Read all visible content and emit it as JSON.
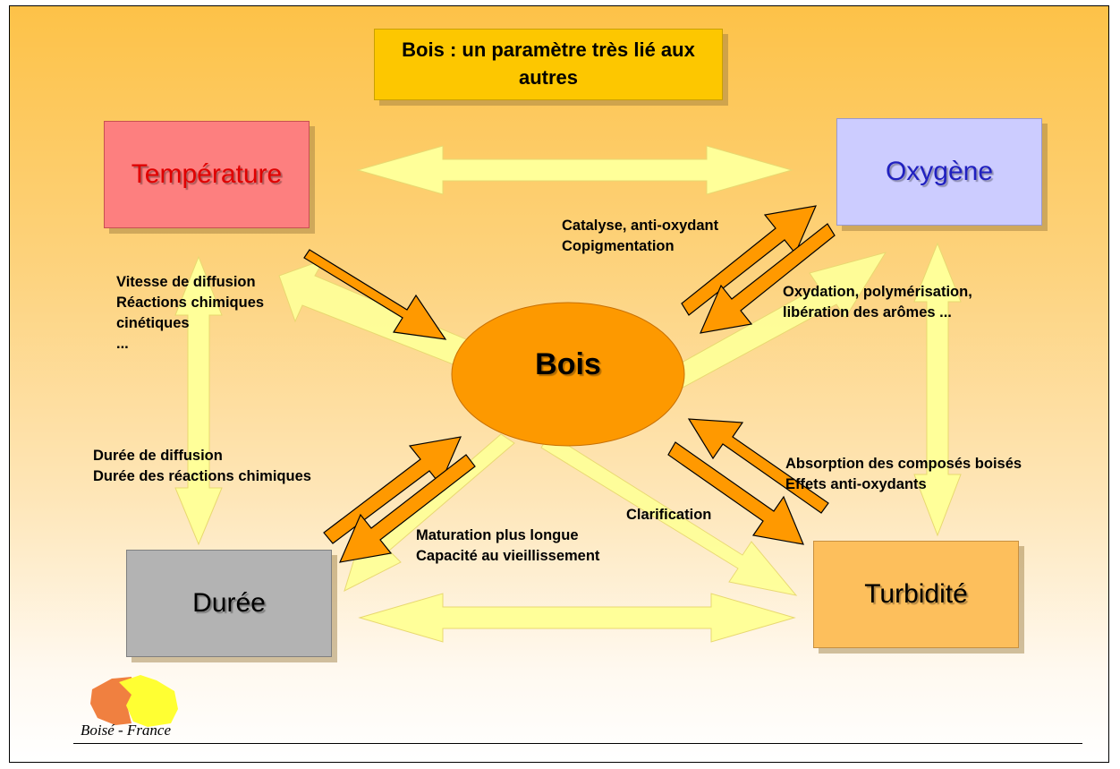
{
  "title": "Bois : un paramètre très lié aux autres",
  "nodes": {
    "temperature": "Température",
    "oxygene": "Oxygène",
    "duree": "Durée",
    "turbidite": "Turbidité",
    "bois": "Bois"
  },
  "annotations": {
    "temp_line1": "Vitesse de diffusion",
    "temp_line2": "Réactions chimiques",
    "temp_line3": "cinétiques",
    "temp_line4": "...",
    "oxy_up_line1": "Catalyse, anti-oxydant",
    "oxy_up_line2": "Copigmentation",
    "oxy_line1": "Oxydation, polymérisation,",
    "oxy_line2": "libération des arômes ...",
    "duree_line1": "Durée de diffusion",
    "duree_line2": "Durée des réactions chimiques",
    "duree_b_line1": "Maturation plus longue",
    "duree_b_line2": "Capacité au vieillissement",
    "turb_clar": "Clarification",
    "turb_line1": "Absorption des composés boisés",
    "turb_line2": "Effets anti-oxydants"
  },
  "footer": {
    "brand": "Boisé - France"
  },
  "colors": {
    "title_box": "#fdc700",
    "temperature_box": "#fd7f7f",
    "temperature_text": "#e00000",
    "oxygene_box": "#ccccff",
    "oxygene_text": "#2020c0",
    "duree_box": "#b3b3b3",
    "turbidite_box": "#fdbf5c",
    "bois_ellipse": "#fd9900",
    "thin_arrow": "#ff9900",
    "wide_arrow": "#ffff99"
  }
}
